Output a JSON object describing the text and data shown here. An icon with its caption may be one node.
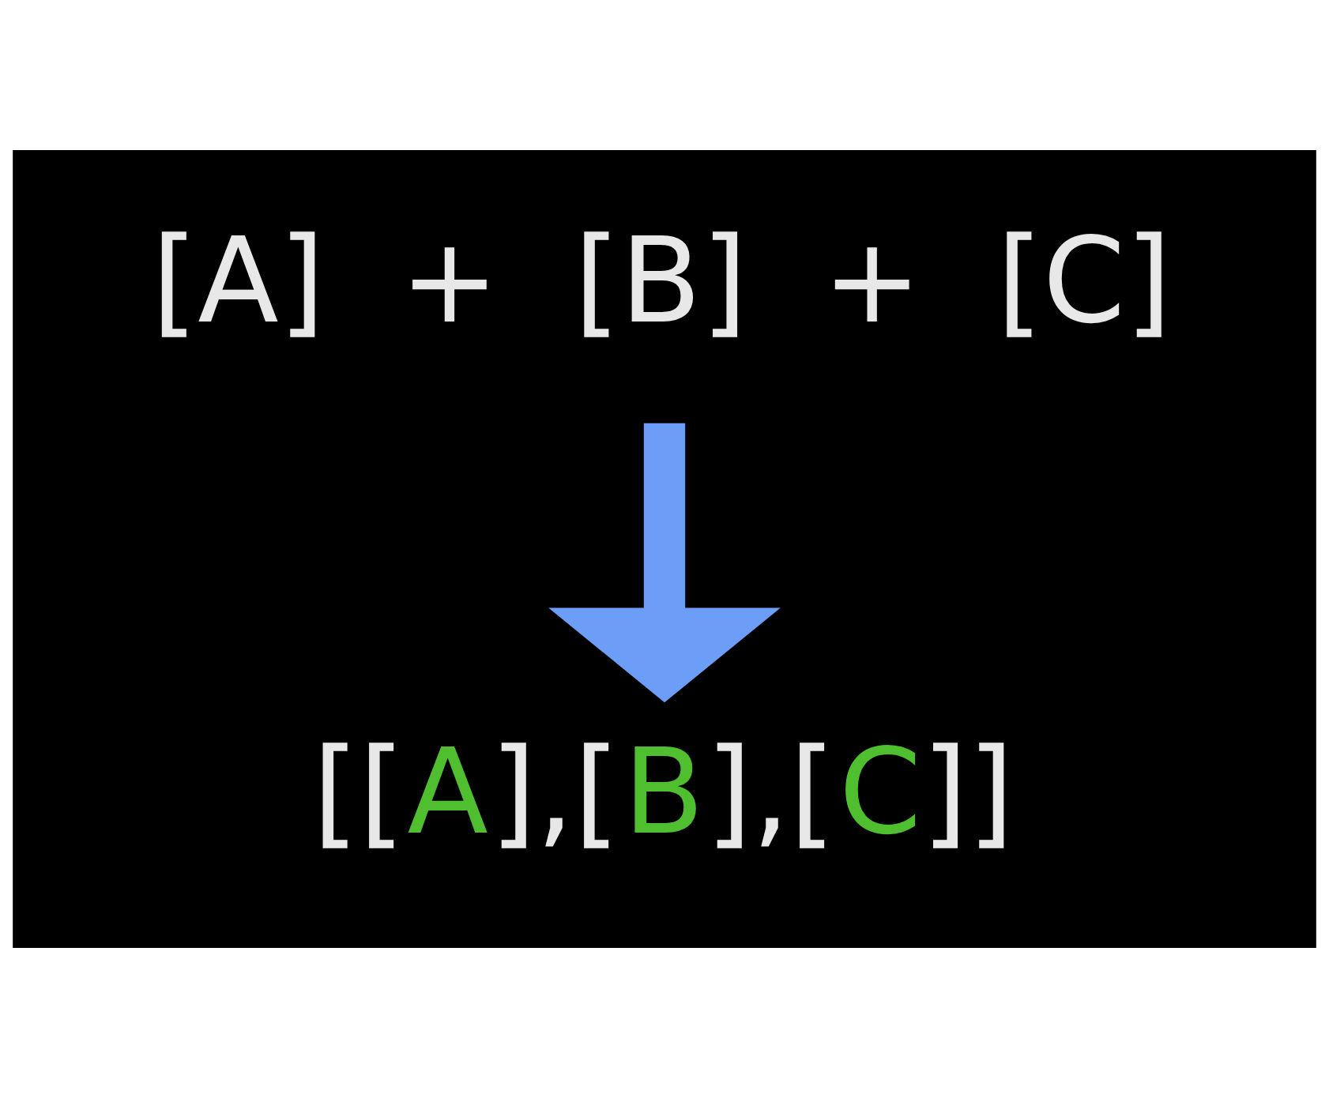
{
  "diagram": {
    "nodes": [
      {
        "text": [
          "[A]  +  [B]  +  [C]"
        ]
      },
      {
        "text": [
          "[[A],[B],[C]]"
        ]
      }
    ],
    "edges": [
      {
        "from": 0,
        "to": 1,
        "arrow": "to",
        "color": "#6c9ef8"
      }
    ]
  }
}
